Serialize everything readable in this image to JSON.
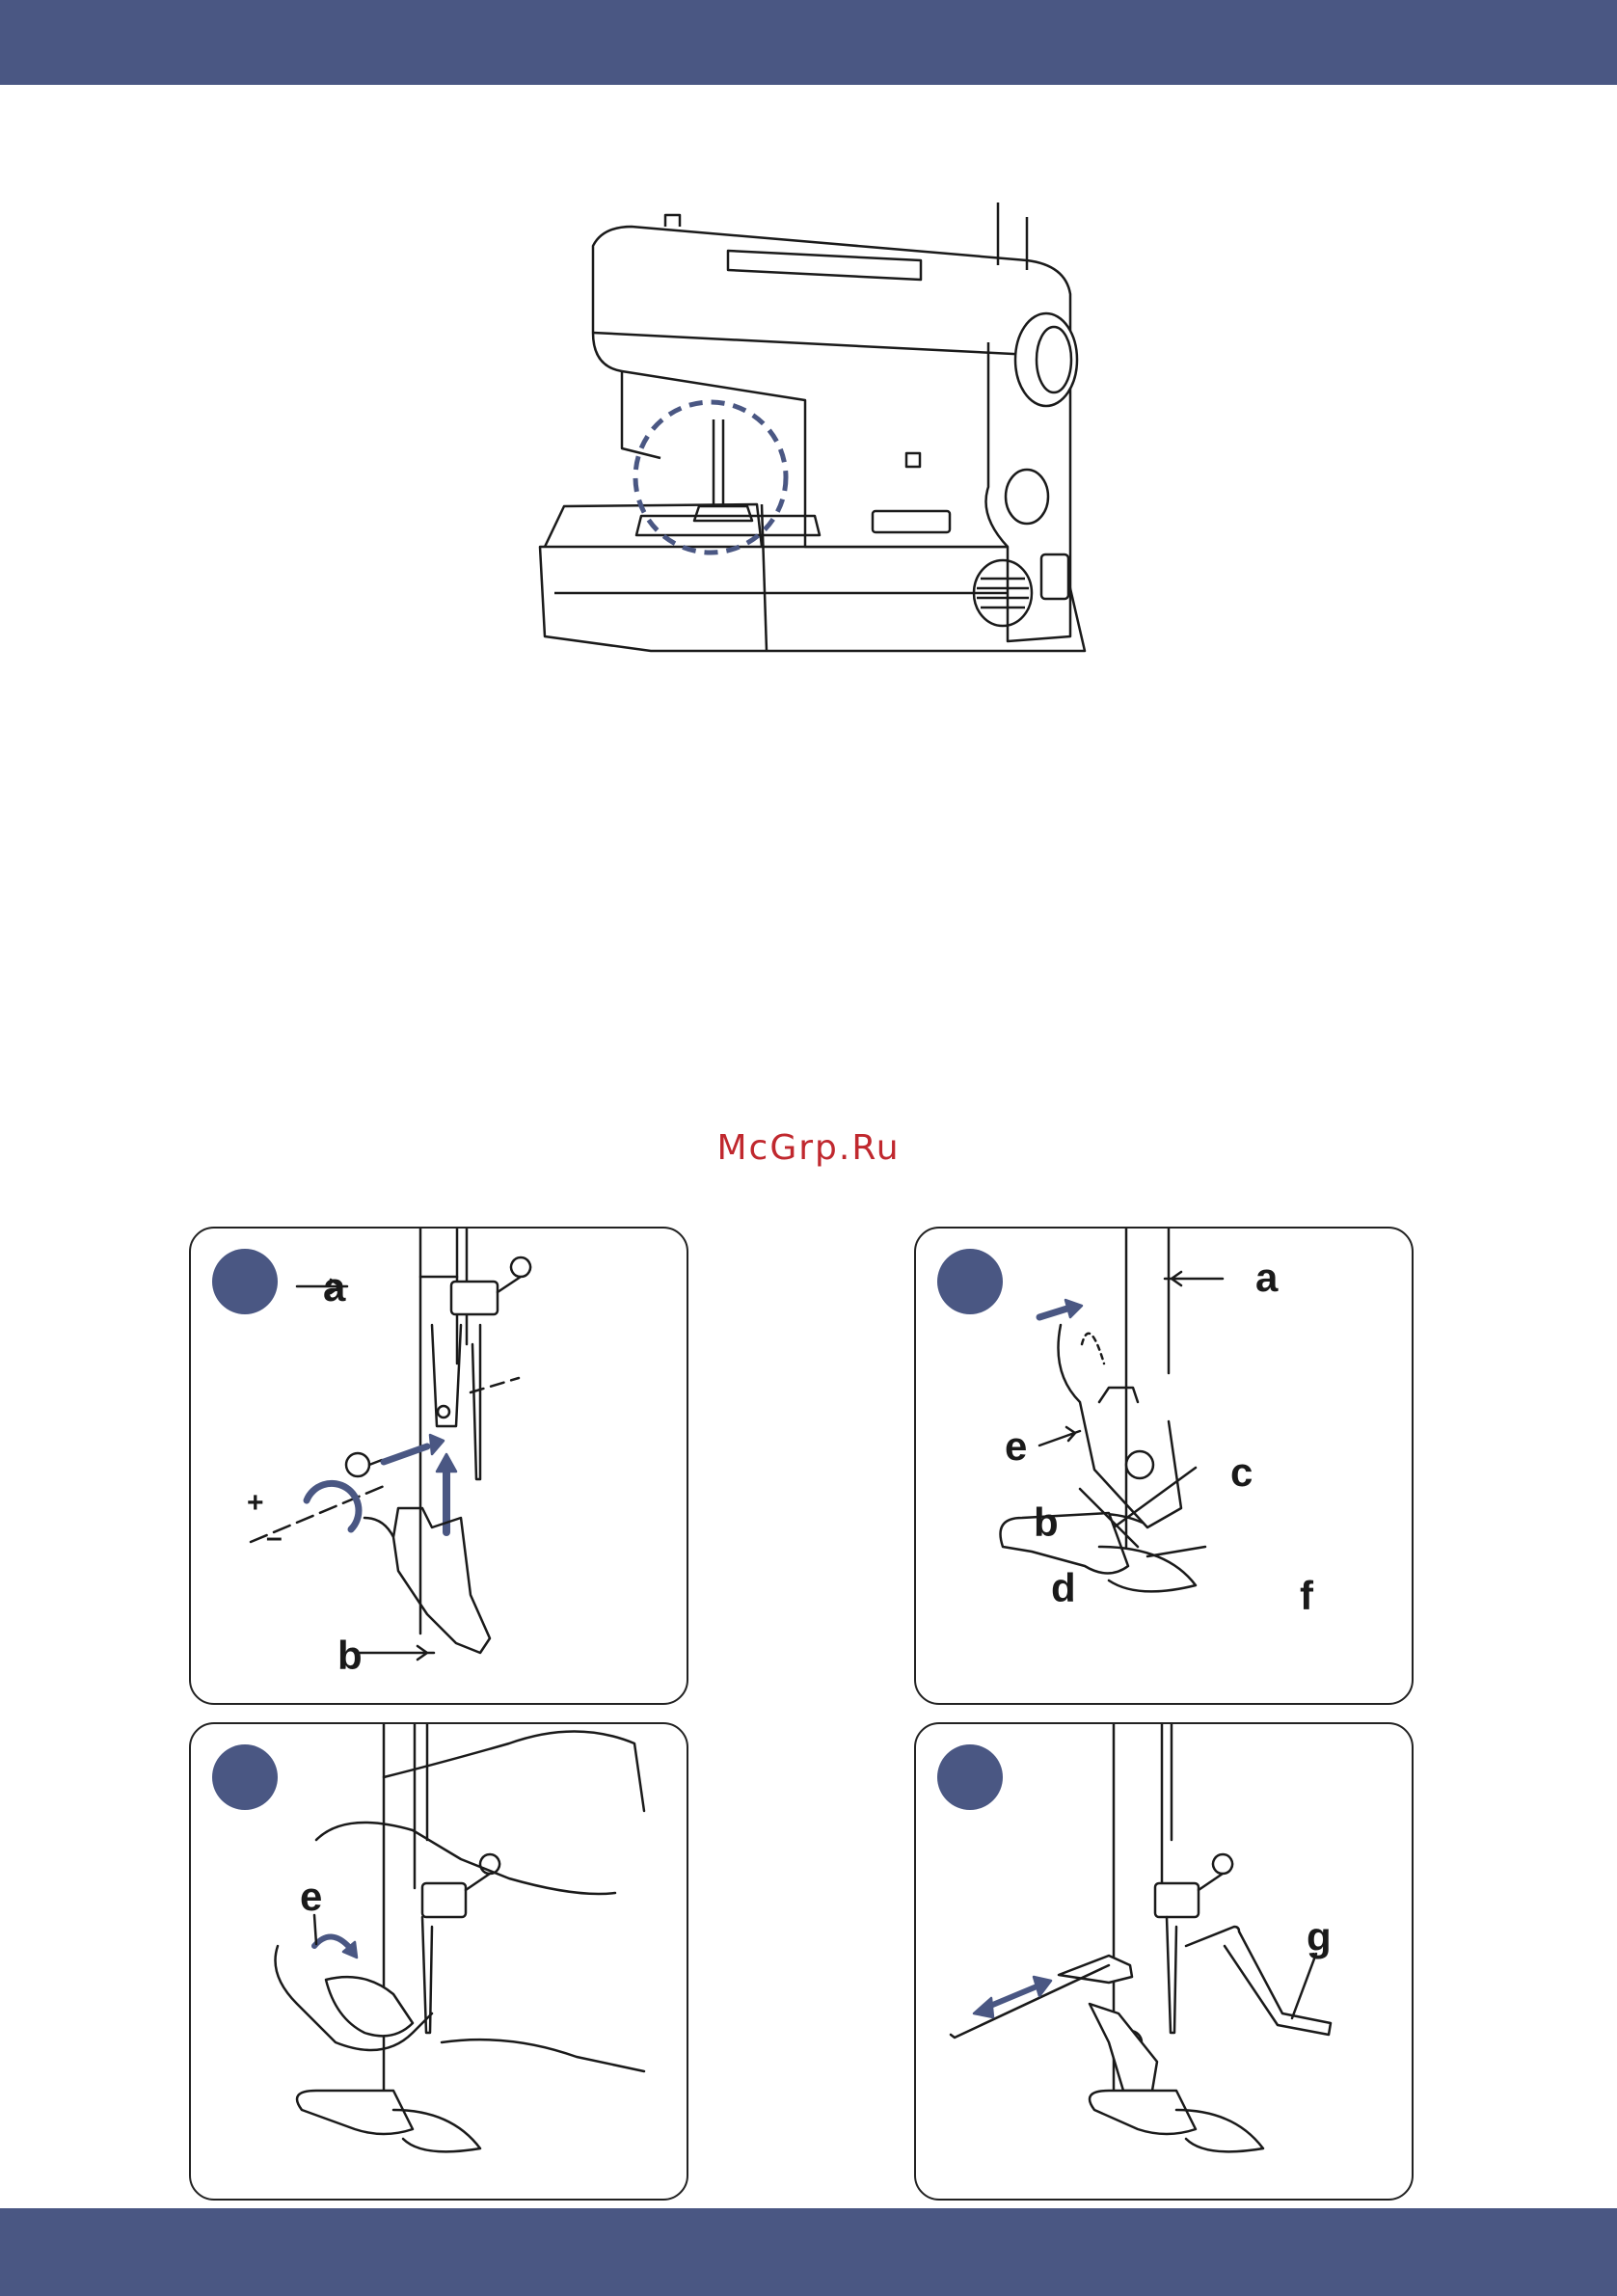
{
  "colors": {
    "band": "#4a5783",
    "accent": "#4a5783",
    "watermark": "#c0282e",
    "ink": "#1a1a1a"
  },
  "header": {
    "label": ""
  },
  "footer": {
    "label": ""
  },
  "watermark": {
    "text": "McGrp.Ru"
  },
  "machine": {
    "highlight": "needle-area-circle"
  },
  "panels": [
    {
      "step_label": "",
      "labels": {
        "a": "a",
        "b": "b"
      },
      "signs": {
        "plus": "+",
        "minus": "–"
      }
    },
    {
      "step_label": "",
      "labels": {
        "a": "a",
        "e": "e",
        "c": "c",
        "b": "b",
        "d": "d",
        "f": "f"
      }
    },
    {
      "step_label": "",
      "labels": {
        "e": "e"
      }
    },
    {
      "step_label": "",
      "labels": {
        "g": "g"
      }
    }
  ]
}
